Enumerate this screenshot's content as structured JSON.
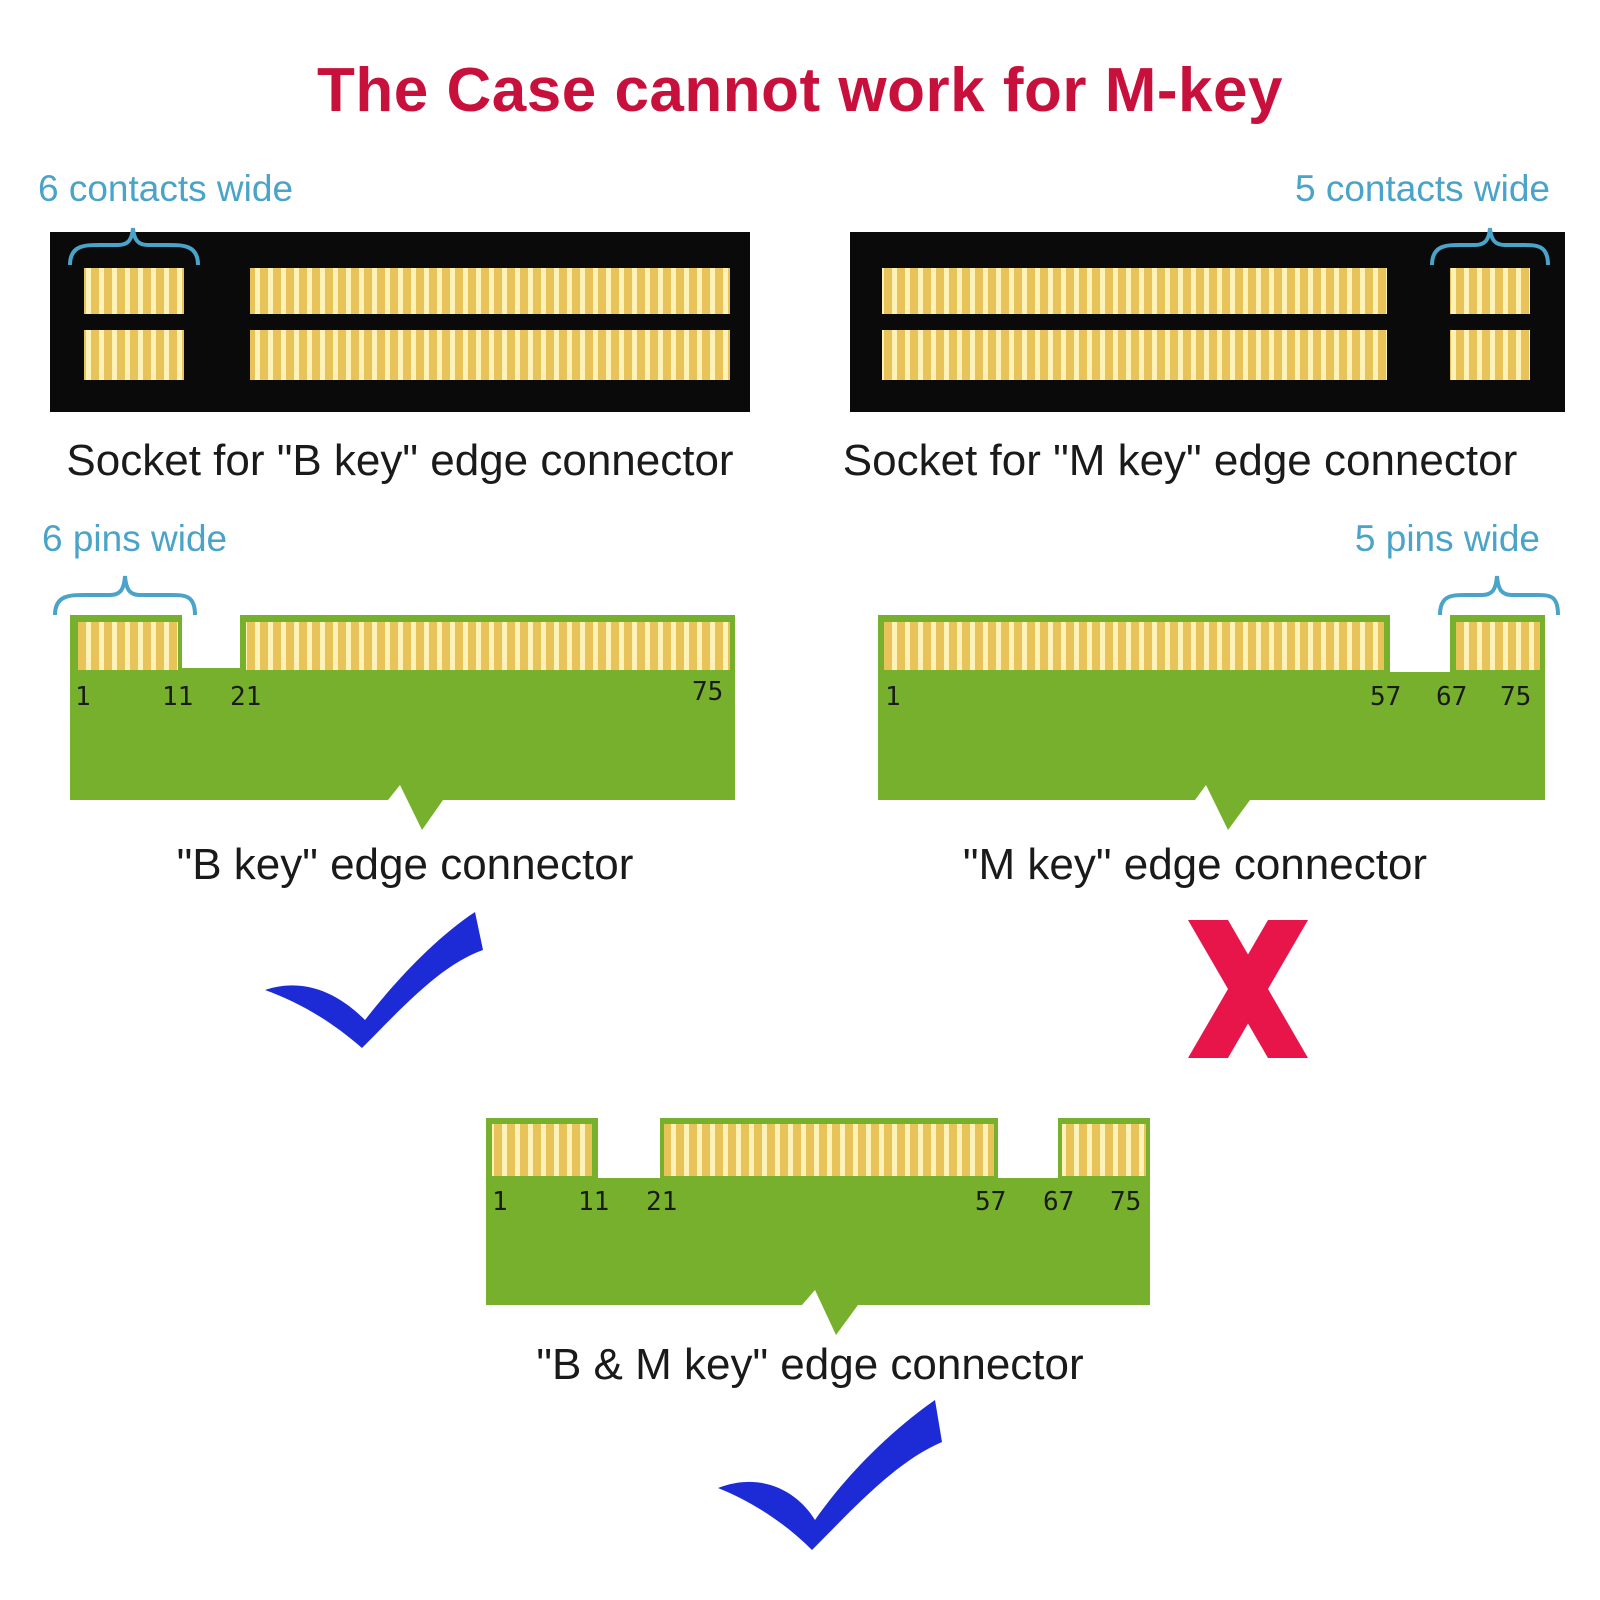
{
  "title": "The Case cannot work for M-key",
  "socket_b": {
    "annotation": "6 contacts wide",
    "caption": "Socket for \"B key\" edge connector"
  },
  "socket_m": {
    "annotation": "5 contacts wide",
    "caption": "Socket for \"M key\" edge connector"
  },
  "connector_b": {
    "annotation": "6 pins wide",
    "caption": "\"B key\" edge connector",
    "pin_labels": [
      "1",
      "11",
      "21",
      "75"
    ],
    "result": "compatible"
  },
  "connector_m": {
    "annotation": "5 pins wide",
    "caption": "\"M key\" edge connector",
    "pin_labels": [
      "1",
      "57",
      "67",
      "75"
    ],
    "result": "incompatible"
  },
  "connector_bm": {
    "caption": "\"B & M key\" edge connector",
    "pin_labels": [
      "1",
      "11",
      "21",
      "57",
      "67",
      "75"
    ],
    "result": "compatible"
  },
  "colors": {
    "title": "#c8103c",
    "annotation": "#4aa3c8",
    "socket_body": "#0a0a0a",
    "contact_gold": "#e8c35a",
    "contact_light": "#fff2b8",
    "pcb_green": "#76b02c",
    "check_blue": "#1d2bd6",
    "cross_red": "#e8154a"
  },
  "icons": [
    "checkmark-icon",
    "cross-icon",
    "brace-icon"
  ]
}
